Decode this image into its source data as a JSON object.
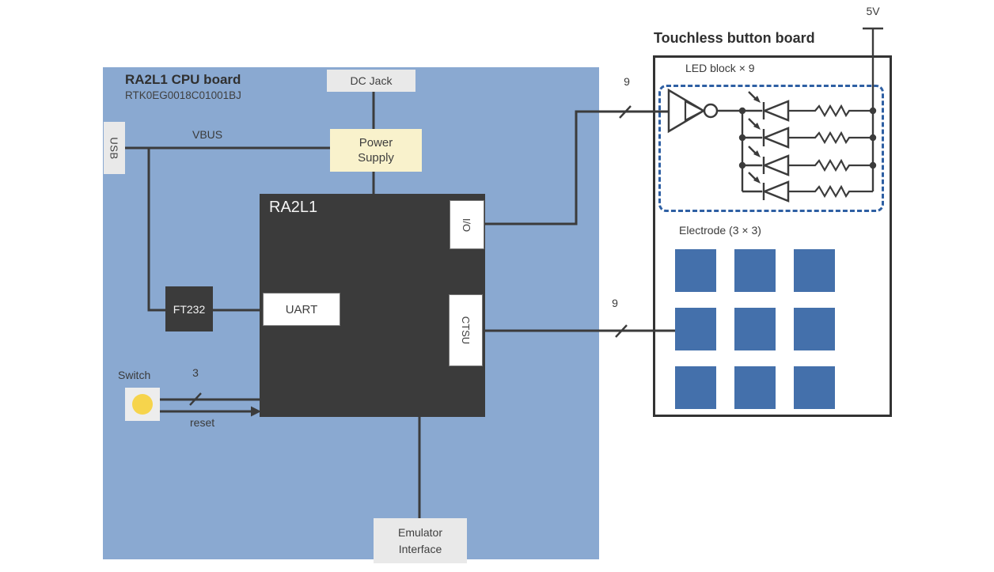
{
  "colors": {
    "cpu_board_bg": "#8aa9d1",
    "block_dark": "#3b3b3b",
    "electrode_blue": "#4470ab",
    "led_dashed_border": "#2e5fa3",
    "box_gray": "#e9e9e9",
    "power_supply_bg": "#f9f2cc",
    "switch_yellow": "#f6d44c",
    "wire": "#3b3b3b",
    "text": "#3a3a3a"
  },
  "cpu_board": {
    "title": "RA2L1 CPU board",
    "part_number": "RTK0EG0018C01001BJ",
    "usb_label": "USB",
    "vbus_label": "VBUS",
    "dc_jack_label": "DC Jack",
    "power_supply_label": "Power Supply",
    "ft232_label": "FT232",
    "mcu": {
      "name": "RA2L1",
      "uart_label": "UART",
      "io_label": "I/O",
      "ctsu_label": "CTSU"
    },
    "switch": {
      "label": "Switch",
      "bus_width": "3",
      "reset_label": "reset"
    },
    "emulator_label": "Emulator Interface"
  },
  "button_board": {
    "title": "Touchless button board",
    "power_label": "5V",
    "led_block": {
      "label": "LED block × 9",
      "branch_count": 4
    },
    "electrode": {
      "label": "Electrode (3 × 3)",
      "rows": 3,
      "cols": 3
    }
  },
  "buses": {
    "io_width": "9",
    "ctsu_width": "9"
  }
}
